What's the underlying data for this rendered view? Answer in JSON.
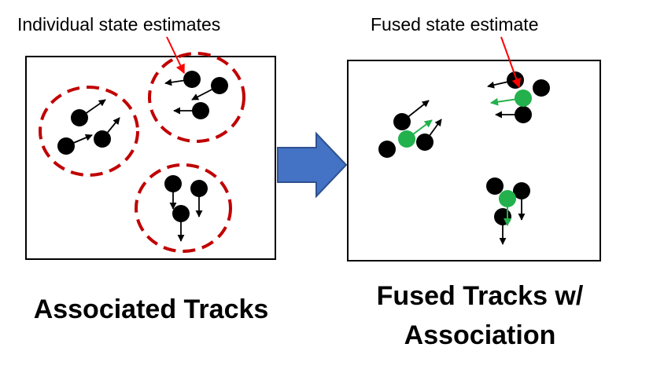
{
  "labels": {
    "individual_estimates": "Individual state estimates",
    "fused_estimate": "Fused state estimate",
    "associated_tracks": "Associated Tracks",
    "fused_tracks_line1": "Fused Tracks w/",
    "fused_tracks_line2": "Association"
  },
  "colors": {
    "track": "#000000",
    "fused": "#22b14c",
    "association_ring": "#c00000",
    "pointer": "#ff0000",
    "flow_arrow": "#4472c4",
    "flow_arrow_border": "#2f528f"
  },
  "icons": {
    "flow_arrow": "right-arrow-icon"
  }
}
